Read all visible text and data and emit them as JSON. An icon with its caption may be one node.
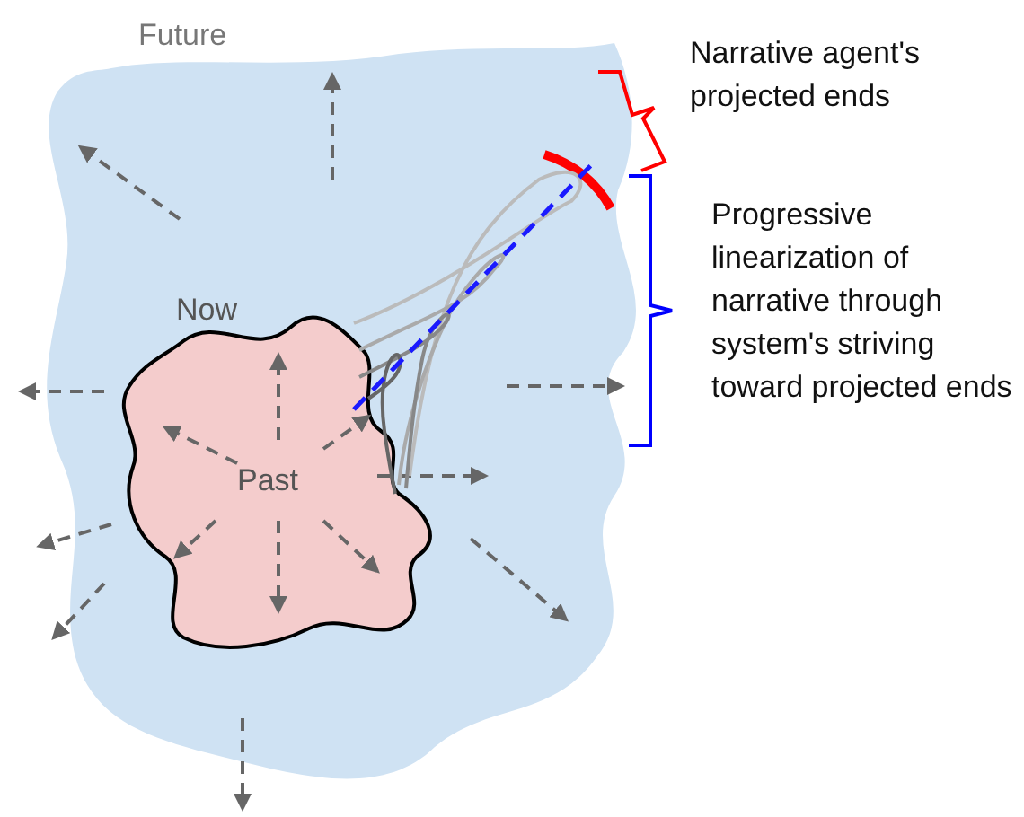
{
  "diagram": {
    "nodes": [
      {
        "text": [
          "Future"
        ]
      },
      {
        "text": [
          "Past"
        ],
        "beside": [
          "Now"
        ],
        "in": 0
      },
      {
        "text": [],
        "shape": "arc",
        "in": 0
      }
    ],
    "edges": [
      {
        "from": 1,
        "to": 2,
        "arrow": "none",
        "style": "dashed",
        "color": "#1a1aff"
      }
    ],
    "labels": [
      "Narrative agent's projected ends",
      "Progressive linearization of narrative through system's striving toward projected ends"
    ]
  }
}
